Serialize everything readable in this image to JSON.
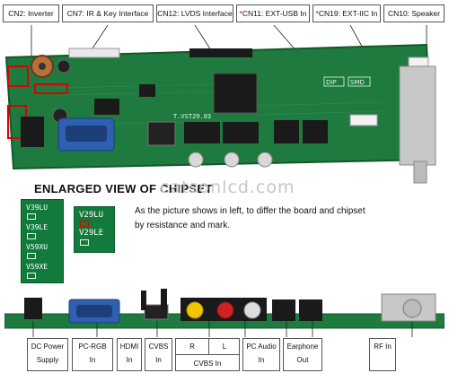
{
  "top_labels": [
    {
      "text": "CN2: Inverter",
      "star": false
    },
    {
      "text": "CN7: IR & Key Interface",
      "star": false
    },
    {
      "text": "CN12: LVDS Interface",
      "star": false
    },
    {
      "text": "CN11: EXT-USB In",
      "star": true
    },
    {
      "text": "CN19: EXT-IIC In",
      "star": true
    },
    {
      "text": "CN10: Speaker",
      "star": false
    }
  ],
  "board": {
    "chip_marking": "T.VST29.03",
    "silk_dip": "DIP",
    "silk_smd": "SMD"
  },
  "section": {
    "headline": "ENLARGED VIEW OF CHIPSET",
    "watermark": "catsonlcd.com"
  },
  "chipsets": {
    "left": [
      "V39LU",
      "V39LE",
      "V59XU",
      "V59XE"
    ],
    "right": [
      "V29LU",
      "V29LE"
    ]
  },
  "description": {
    "line1": "As the picture shows in left, to differ the board and chipset",
    "line2": "by resistance and mark."
  },
  "bottom_labels": [
    {
      "line1": "DC Power",
      "line2": "Supply"
    },
    {
      "line1": "PC-RGB",
      "line2": "In"
    },
    {
      "line1": "HDMI",
      "line2": "In"
    },
    {
      "line1": "CVBS",
      "line2": "In"
    },
    {
      "line1": "R",
      "line2": ""
    },
    {
      "line1": "L",
      "line2": ""
    },
    {
      "line1": "PC Audio",
      "line2": "In"
    },
    {
      "line1": "Earphone",
      "line2": "Out"
    },
    {
      "line1": "RF In",
      "line2": ""
    }
  ],
  "cvbs_group_label": "CVBS In",
  "colors": {
    "pcb": "#1f7a3f",
    "pcb_dark": "#13582b",
    "vga_blue": "#2f5fb0",
    "marker_red": "#e00000",
    "rca_yellow": "#f2c500",
    "rca_red": "#cc2222"
  }
}
